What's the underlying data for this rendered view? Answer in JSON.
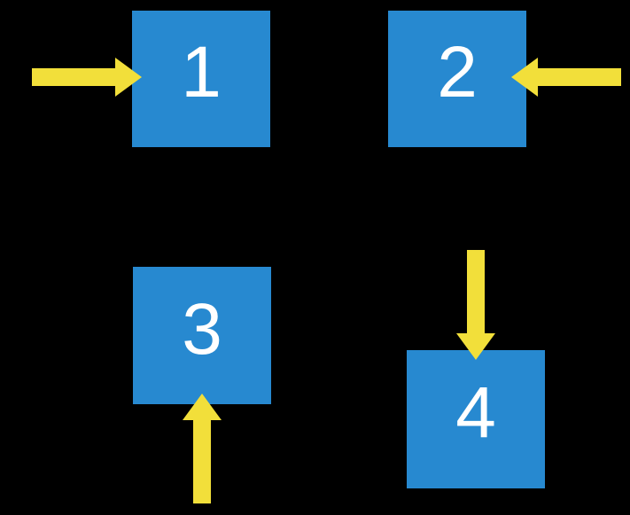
{
  "canvas": {
    "background": "#000000"
  },
  "colors": {
    "box_fill": "#2789D0",
    "arrow_fill": "#F2DF3A",
    "label": "#FFFFFF"
  },
  "boxes": [
    {
      "label": "1",
      "arrow_side": "left",
      "arrow_direction": "right"
    },
    {
      "label": "2",
      "arrow_side": "right",
      "arrow_direction": "left"
    },
    {
      "label": "3",
      "arrow_side": "bottom",
      "arrow_direction": "up"
    },
    {
      "label": "4",
      "arrow_side": "top",
      "arrow_direction": "down"
    }
  ]
}
